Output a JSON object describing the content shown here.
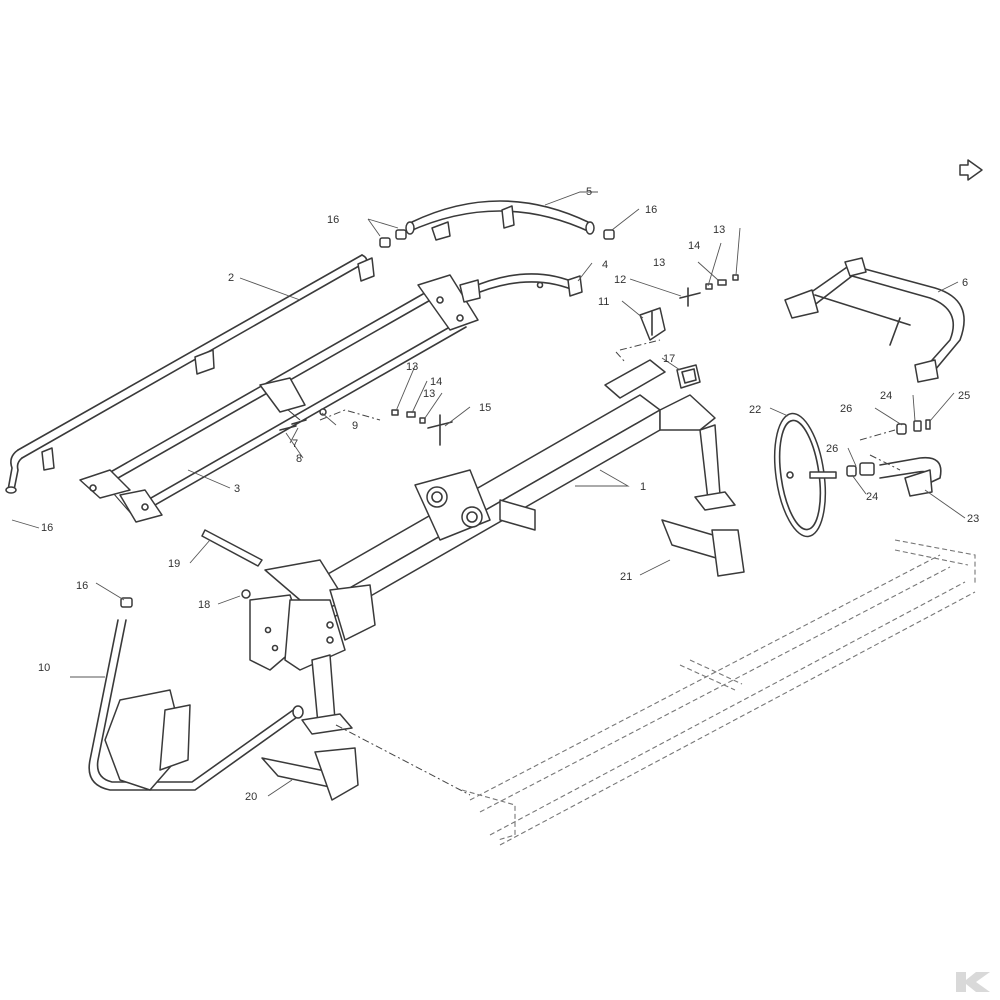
{
  "diagram": {
    "callouts": [
      "1",
      "2",
      "3",
      "4",
      "5",
      "6",
      "7",
      "8",
      "9",
      "10",
      "11",
      "12",
      "13",
      "14",
      "15",
      "16",
      "17",
      "18",
      "19",
      "20",
      "21",
      "22",
      "23",
      "24",
      "25",
      "26"
    ],
    "repeat_callouts": {
      "c13": "13",
      "c14": "14",
      "c16": "16",
      "c24": "24",
      "c26": "26"
    }
  },
  "logo": {
    "letter": "K",
    "icon": "brand-logo-icon"
  },
  "corner_icon": "view-direction-arrow-icon",
  "colors": {
    "line": "#3a3a3a",
    "logo": "#d9d9d9"
  }
}
